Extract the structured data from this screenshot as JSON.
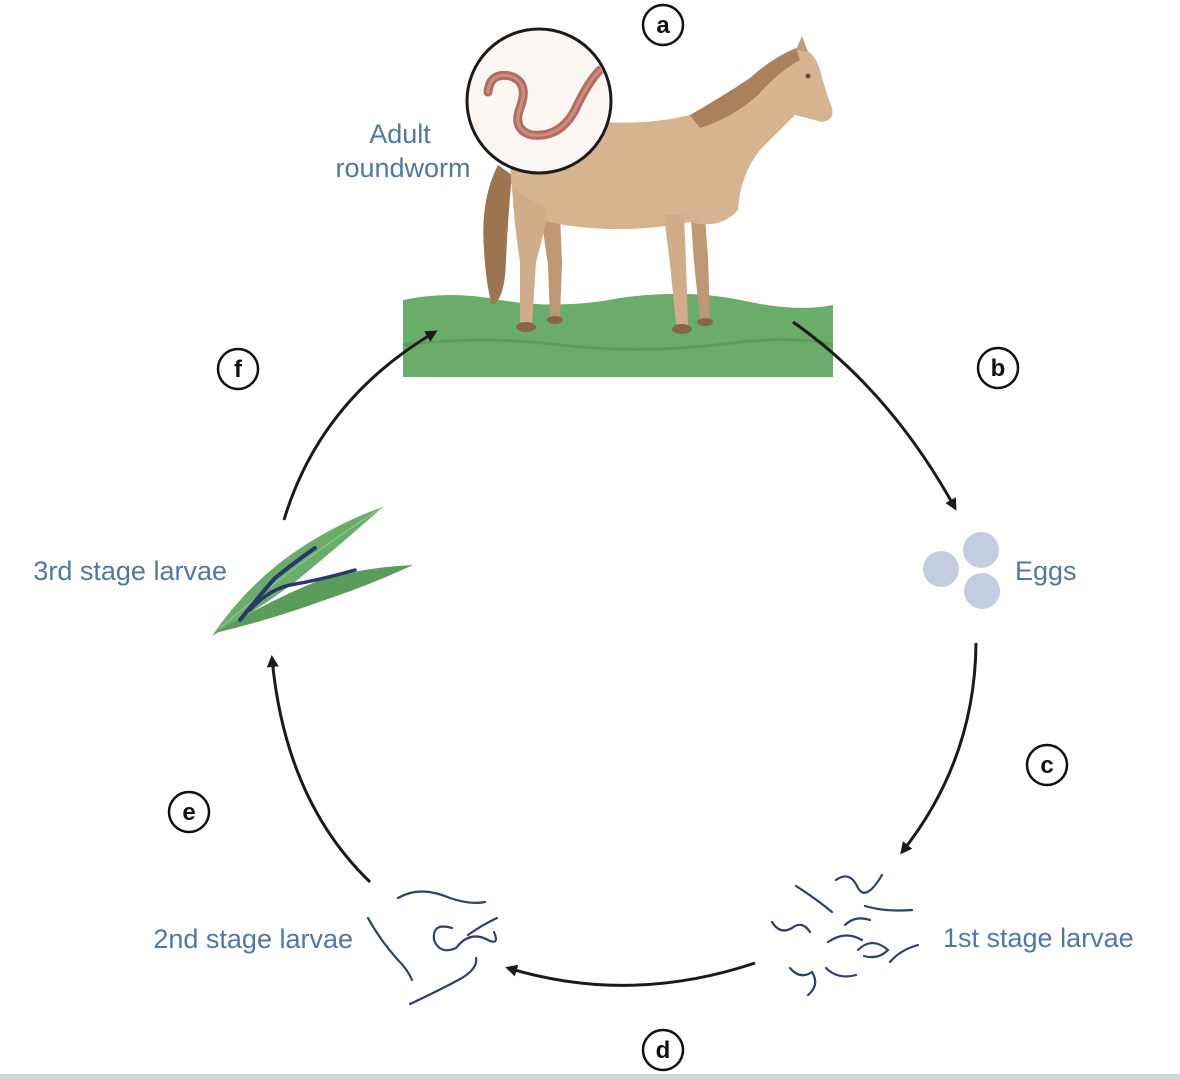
{
  "labels": {
    "adult_line1": "Adult",
    "adult_line2": "roundworm",
    "eggs": "Eggs",
    "first_stage": "1st stage larvae",
    "second_stage": "2nd stage larvae",
    "third_stage": "3rd stage larvae"
  },
  "steps": {
    "a": "a",
    "b": "b",
    "c": "c",
    "d": "d",
    "e": "e",
    "f": "f"
  },
  "colors": {
    "label_text": "#4f78a6",
    "grass": "#6aad6a",
    "horse_body": "#d6b48f",
    "worm": "#b06e62",
    "eggs": "#c4cde0",
    "larvae": "#2e3f74",
    "arrow": "#1a1a1a"
  }
}
